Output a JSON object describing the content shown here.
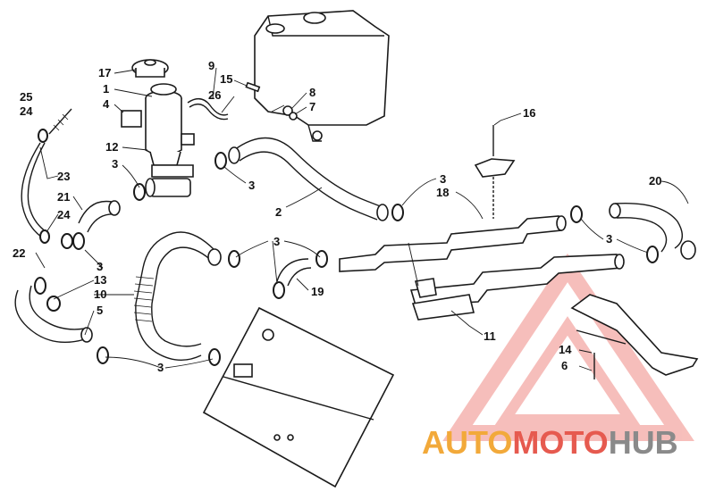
{
  "watermark": {
    "part1": "AUTO",
    "part2": "MOTO",
    "part3": "HUB",
    "color_orange": "#f2a93a",
    "color_red": "#e65a4f",
    "color_gray": "#8a8a8a",
    "triangle_color": "#f08a84"
  },
  "callouts": {
    "c1": "1",
    "c2": "2",
    "c3a": "3",
    "c3b": "3",
    "c3c": "3",
    "c3d": "3",
    "c3e": "3",
    "c3f": "3",
    "c3g": "3",
    "c4": "4",
    "c5": "5",
    "c6": "6",
    "c7": "7",
    "c8": "8",
    "c9": "9",
    "c10": "10",
    "c11": "11",
    "c12": "12",
    "c13": "13",
    "c14": "14",
    "c15": "15",
    "c16": "16",
    "c17": "17",
    "c18": "18",
    "c19": "19",
    "c20": "20",
    "c21": "21",
    "c22": "22",
    "c23": "23",
    "c24a": "24",
    "c24b": "24",
    "c25": "25",
    "c26": "26"
  }
}
